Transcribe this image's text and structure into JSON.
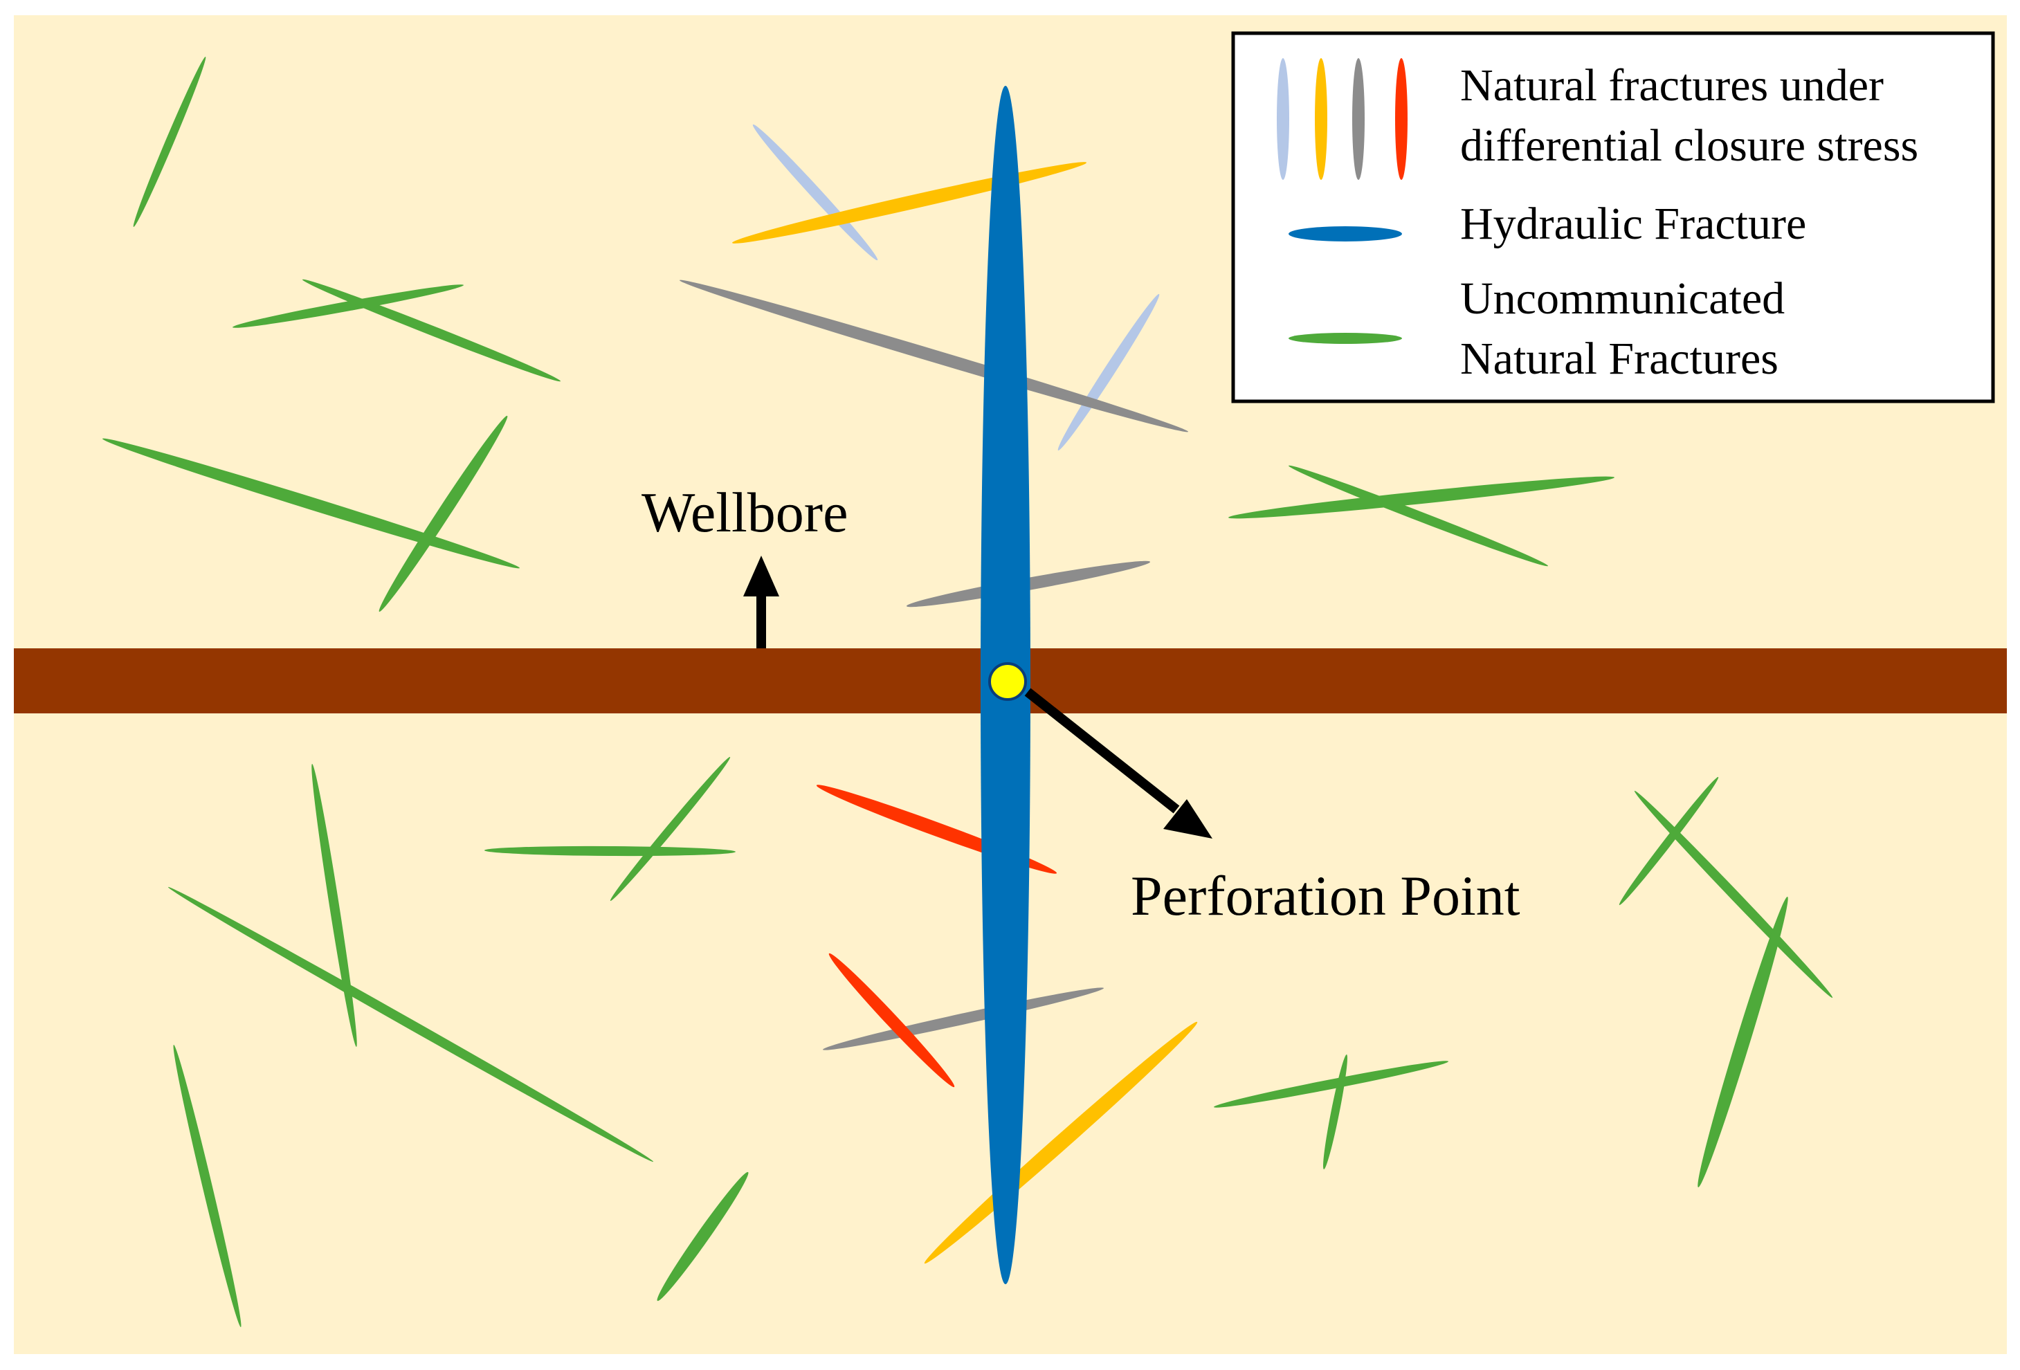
{
  "labels": {
    "wellbore": "Wellbore",
    "perforation": "Perforation Point"
  },
  "legend": {
    "items": [
      {
        "lines": [
          "Natural fractures under",
          "differential closure stress"
        ]
      },
      {
        "lines": [
          "Hydraulic Fracture"
        ]
      },
      {
        "lines": [
          "Uncommunicated",
          "Natural Fractures"
        ]
      }
    ]
  },
  "colors": {
    "background": "#FFF2CC",
    "wellbore": "#943600",
    "hydraulic_fracture": "#0070B8",
    "uncommunicated": "#4EAA3A",
    "closure_light_blue": "#B4C7E7",
    "closure_yellow": "#FFC000",
    "closure_gray": "#8C8C8C",
    "closure_red": "#FF3300",
    "perforation_point": "#FFFF00",
    "arrow": "#000000"
  }
}
